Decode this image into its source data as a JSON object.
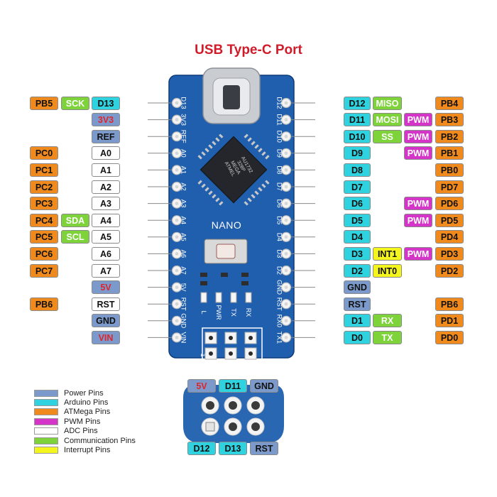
{
  "title": "USB Type-C Port",
  "colors": {
    "power": "#7b9acb",
    "arduino": "#2fd3e0",
    "atmega": "#f08a1c",
    "pwm": "#d534c9",
    "adc": "#ffffff",
    "comm": "#7ed33a",
    "interrupt": "#f5f51e",
    "board": "#1f5fae",
    "red_text": "#e0242b",
    "white_text": "#ffffff"
  },
  "board": {
    "nano_label": "NANO",
    "chip_lines": [
      "ATMEL",
      "MEGA",
      "328P",
      "AU1732"
    ],
    "left_silk": [
      "D13",
      "3V3",
      "REF",
      "A0",
      "A1",
      "A2",
      "A3",
      "A4",
      "A5",
      "A6",
      "A7",
      "5V",
      "RST",
      "GND",
      "VIN"
    ],
    "right_silk": [
      "D12",
      "D11",
      "D10",
      "D9",
      "D8",
      "D7",
      "D6",
      "D5",
      "D4",
      "D3",
      "D2",
      "GND",
      "RST",
      "RX0",
      "TX1"
    ],
    "led_silk": [
      "L",
      "PWR",
      "TX",
      "RX"
    ],
    "icsp_marker": "1"
  },
  "left_rows": [
    {
      "atmega": "PB5",
      "comm": "SCK",
      "pin": "D13",
      "type": "arduino"
    },
    {
      "pin": "3V3",
      "type": "power",
      "red": true
    },
    {
      "pin": "REF",
      "type": "power"
    },
    {
      "atmega": "PC0",
      "pin": "A0",
      "type": "adc"
    },
    {
      "atmega": "PC1",
      "pin": "A1",
      "type": "adc"
    },
    {
      "atmega": "PC2",
      "pin": "A2",
      "type": "adc"
    },
    {
      "atmega": "PC3",
      "pin": "A3",
      "type": "adc"
    },
    {
      "atmega": "PC4",
      "comm": "SDA",
      "pin": "A4",
      "type": "adc"
    },
    {
      "atmega": "PC5",
      "comm": "SCL",
      "pin": "A5",
      "type": "adc"
    },
    {
      "atmega": "PC6",
      "pin": "A6",
      "type": "adc"
    },
    {
      "atmega": "PC7",
      "pin": "A7",
      "type": "adc"
    },
    {
      "pin": "5V",
      "type": "power",
      "red": true
    },
    {
      "atmega": "PB6",
      "pin": "RST",
      "type": "adc"
    },
    {
      "pin": "GND",
      "type": "power"
    },
    {
      "pin": "VIN",
      "type": "power",
      "red": true
    }
  ],
  "right_rows": [
    {
      "pin": "D12",
      "type": "arduino",
      "comm": "MISO",
      "atmega": "PB4"
    },
    {
      "pin": "D11",
      "type": "arduino",
      "comm": "MOSI",
      "pwm": "PWM",
      "atmega": "PB3"
    },
    {
      "pin": "D10",
      "type": "arduino",
      "comm": "SS",
      "pwm": "PWM",
      "atmega": "PB2"
    },
    {
      "pin": "D9",
      "type": "arduino",
      "pwm": "PWM",
      "atmega": "PB1"
    },
    {
      "pin": "D8",
      "type": "arduino",
      "atmega": "PB0"
    },
    {
      "pin": "D7",
      "type": "arduino",
      "atmega": "PD7"
    },
    {
      "pin": "D6",
      "type": "arduino",
      "pwm": "PWM",
      "atmega": "PD6"
    },
    {
      "pin": "D5",
      "type": "arduino",
      "pwm": "PWM",
      "atmega": "PD5"
    },
    {
      "pin": "D4",
      "type": "arduino",
      "atmega": "PD4"
    },
    {
      "pin": "D3",
      "type": "arduino",
      "intr": "INT1",
      "pwm": "PWM",
      "atmega": "PD3"
    },
    {
      "pin": "D2",
      "type": "arduino",
      "intr": "INT0",
      "atmega": "PD2"
    },
    {
      "pin": "GND",
      "type": "power"
    },
    {
      "pin": "RST",
      "type": "power",
      "atmega": "PB6"
    },
    {
      "pin": "D1",
      "type": "arduino",
      "comm": "RX",
      "atmega": "PD1"
    },
    {
      "pin": "D0",
      "type": "arduino",
      "comm": "TX",
      "atmega": "PD0"
    }
  ],
  "icsp": {
    "top": [
      {
        "text": "5V",
        "type": "power",
        "red": true
      },
      {
        "text": "D11",
        "type": "arduino"
      },
      {
        "text": "GND",
        "type": "power"
      }
    ],
    "bottom": [
      {
        "text": "D12",
        "type": "arduino"
      },
      {
        "text": "D13",
        "type": "arduino"
      },
      {
        "text": "RST",
        "type": "power"
      }
    ]
  },
  "legend": [
    {
      "label": "Power Pins",
      "color": "#7b9acb"
    },
    {
      "label": "Arduino Pins",
      "color": "#2fd3e0"
    },
    {
      "label": "ATMega Pins",
      "color": "#f08a1c"
    },
    {
      "label": "PWM Pins",
      "color": "#d534c9"
    },
    {
      "label": "ADC Pins",
      "color": "#ffffff"
    },
    {
      "label": "Communication Pins",
      "color": "#7ed33a"
    },
    {
      "label": "Interrupt Pins",
      "color": "#f5f51e"
    }
  ]
}
